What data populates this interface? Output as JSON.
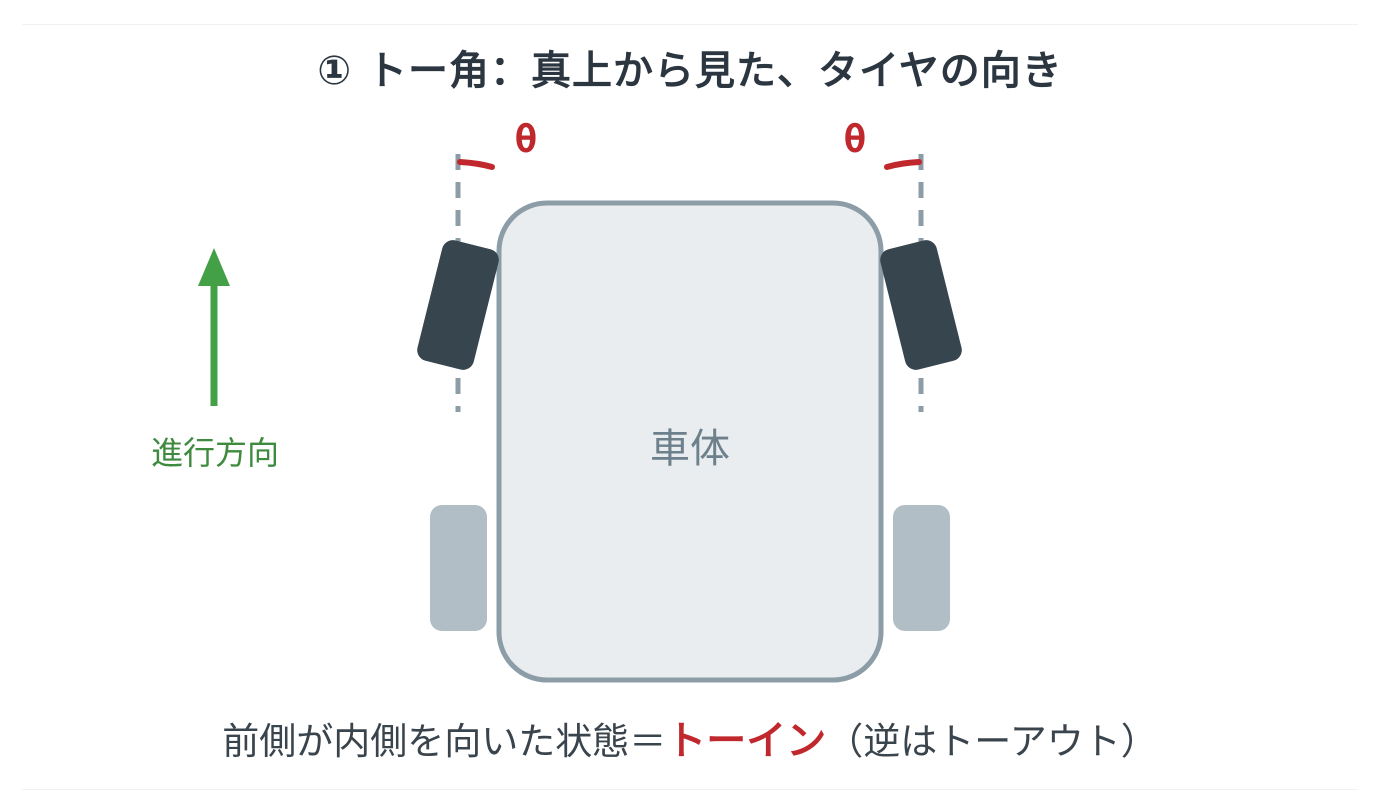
{
  "title": "① トー角：真上から見た、タイヤの向き",
  "direction_label": "進行方向",
  "car_body_label": "車体",
  "angle_label_left": "θ",
  "angle_label_right": "θ",
  "caption": {
    "prefix": "前側が内側を向いた状態＝",
    "highlight": "トーイン",
    "suffix": "（逆はトーアウト）"
  },
  "colors": {
    "title": "#2b3640",
    "arrow": "#43a047",
    "direction_text": "#3e8a3e",
    "car_body_fill": "#e9edf0",
    "car_body_stroke": "#8c9da7",
    "front_tire": "#37454f",
    "rear_tire": "#b1bec5",
    "reference_line": "#8c9da7",
    "angle_arc": "#c0282d",
    "caption_text": "#3a444d"
  },
  "icons": {
    "direction": "arrow-up-icon"
  }
}
